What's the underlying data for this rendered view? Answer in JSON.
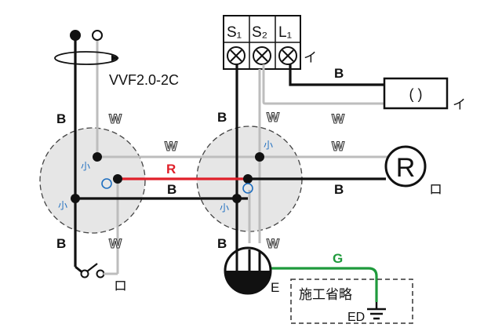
{
  "cable_spec": "VVF2.0-2C",
  "terminals": {
    "s1": "S₁",
    "s2": "S₂",
    "l1": "L₁"
  },
  "wire_labels": {
    "black": "B",
    "white": "W",
    "red": "R",
    "green": "G"
  },
  "small_sleeve": "小",
  "load_lamp_symbol": "R",
  "marks": {
    "i": "イ",
    "ro": "ロ"
  },
  "receptacle_symbol": "( )",
  "ground_label": "E",
  "ground_electrode_label": "ED",
  "omission_note": "施工省略",
  "colors": {
    "black_wire": "#111111",
    "white_wire": "#bdbdbd",
    "red_wire": "#e0202a",
    "green_wire": "#1f9a3c",
    "sleeve_text": "#1f6fc0",
    "box_fill": "#e6e6e6"
  }
}
